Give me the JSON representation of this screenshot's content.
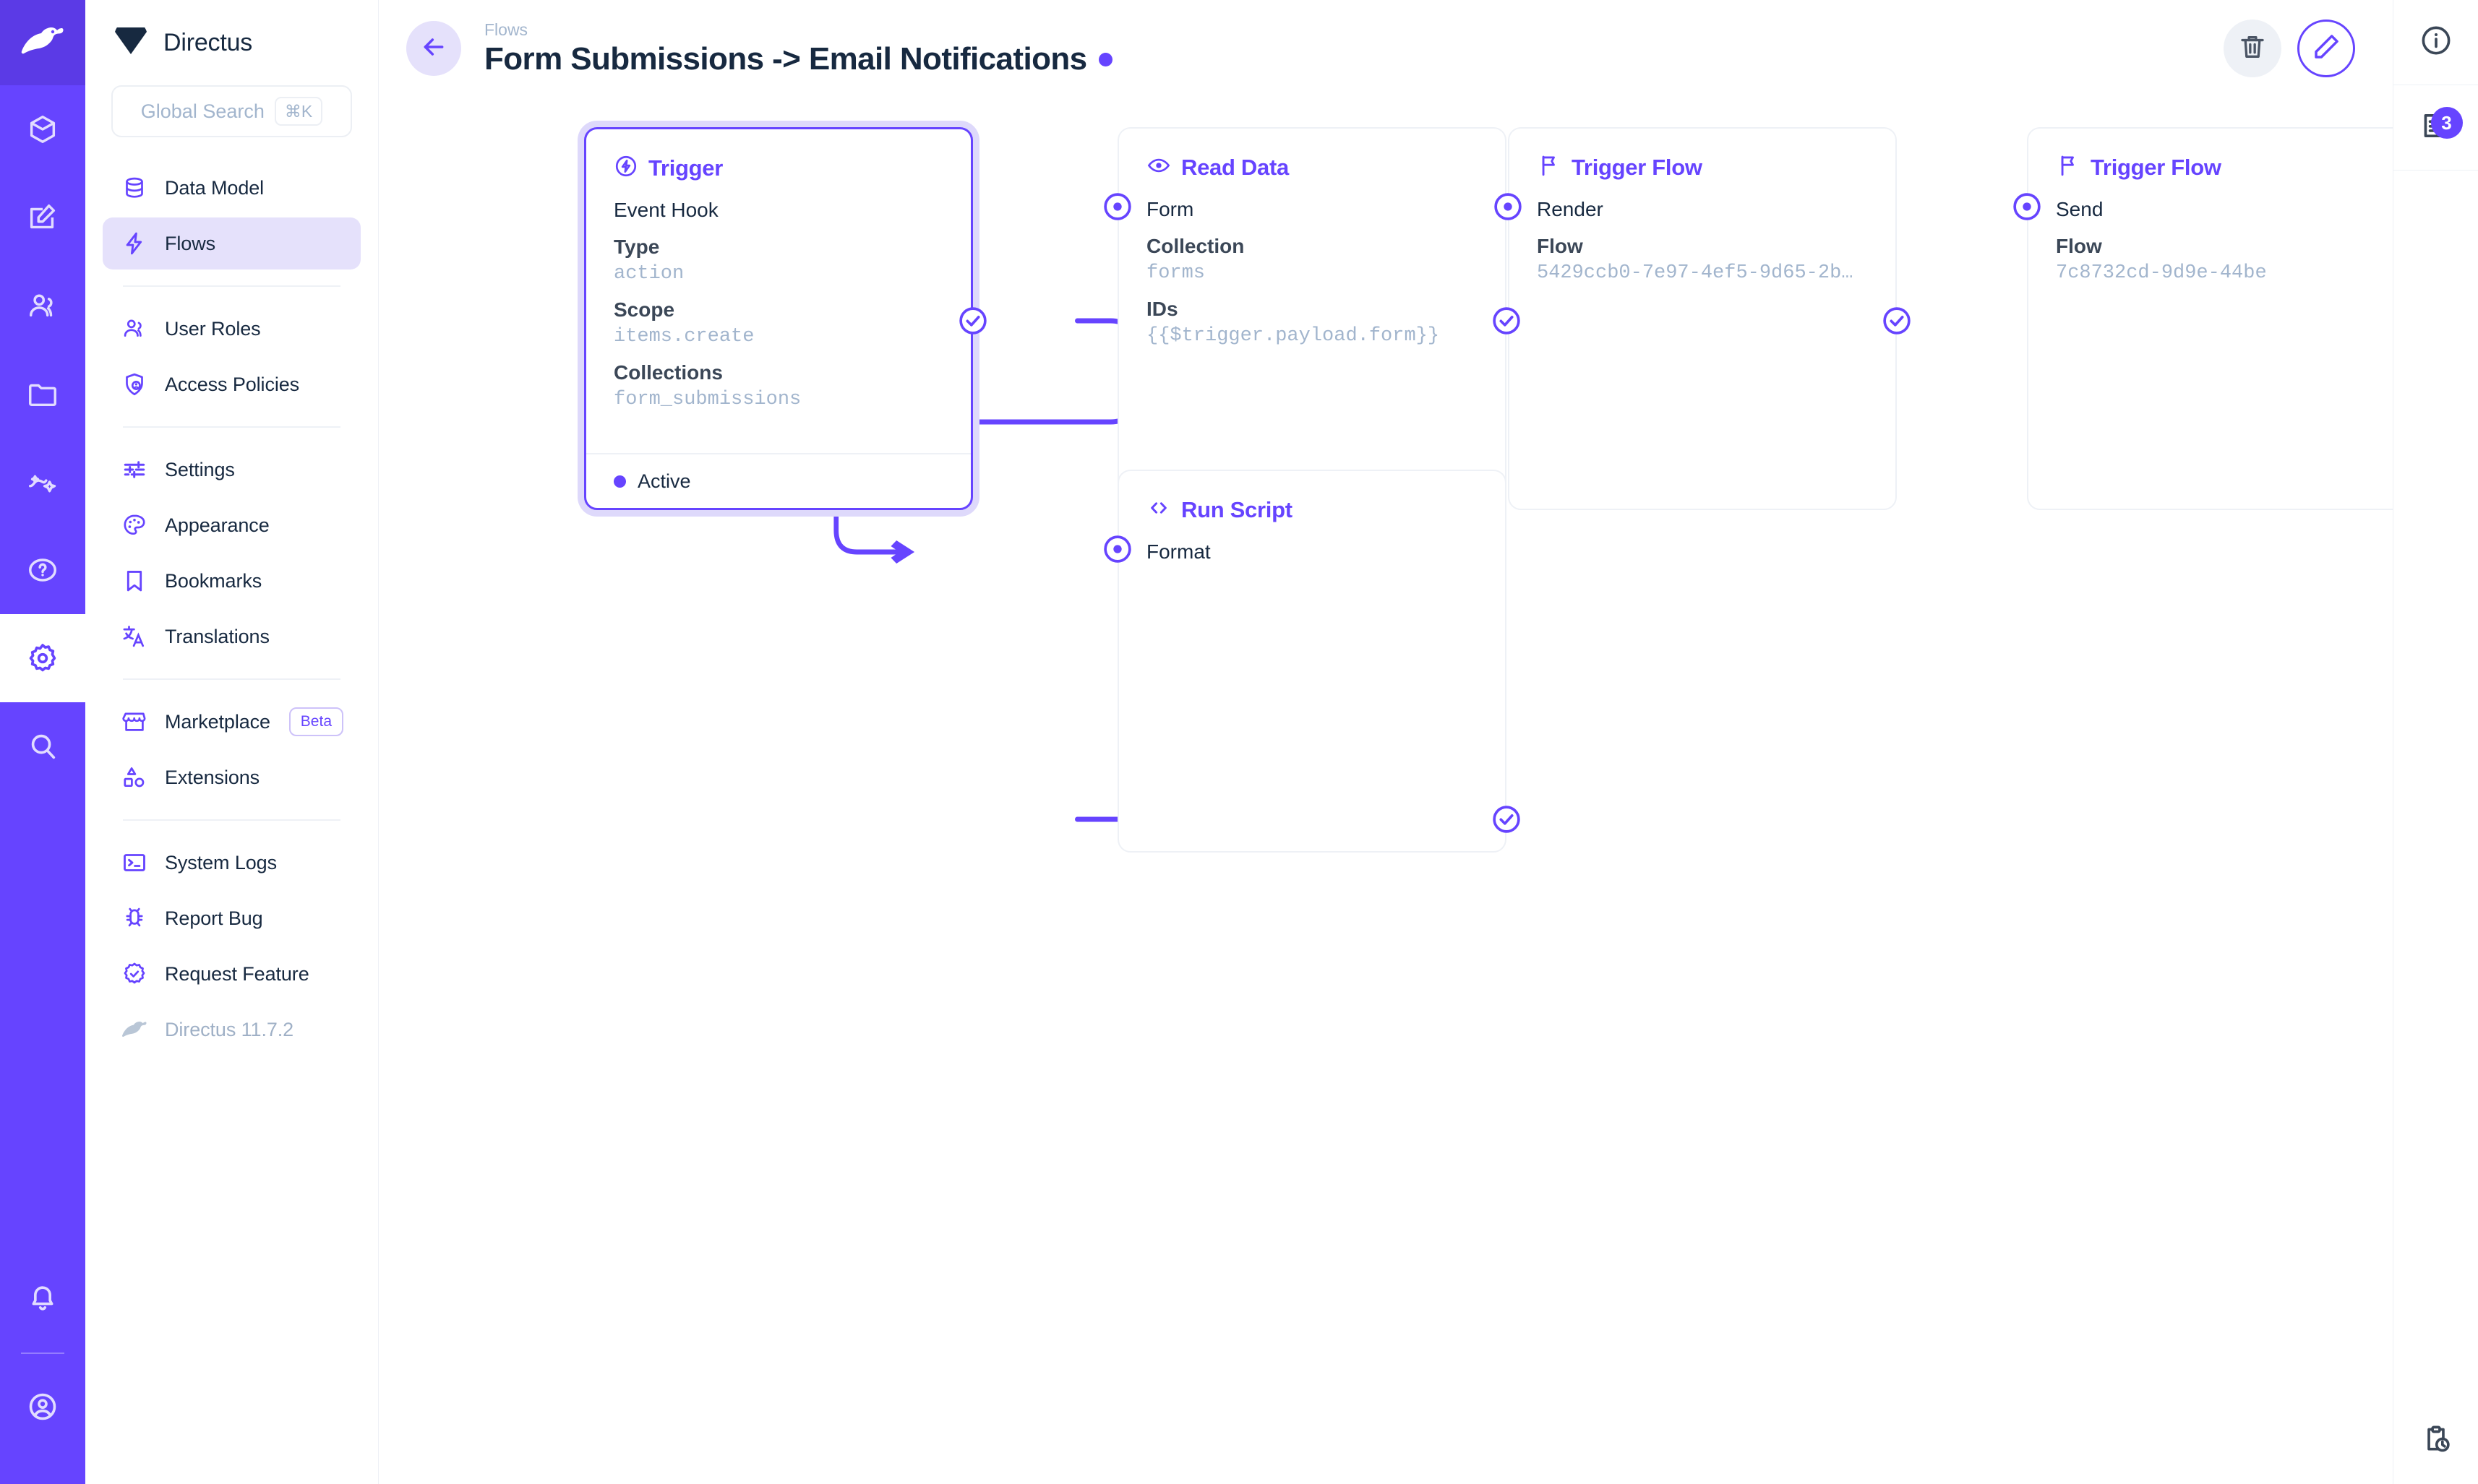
{
  "module_rail": {
    "logo_icon": "directus-rabbit-logo",
    "items": [
      {
        "name": "content",
        "icon": "box-icon",
        "active": false
      },
      {
        "name": "editor",
        "icon": "edit-square-icon",
        "active": false
      },
      {
        "name": "users",
        "icon": "people-icon",
        "active": false
      },
      {
        "name": "files",
        "icon": "folder-icon",
        "active": false
      },
      {
        "name": "insights",
        "icon": "trend-sparkle-icon",
        "active": false
      },
      {
        "name": "help",
        "icon": "question-circle-icon",
        "active": false
      },
      {
        "name": "settings",
        "icon": "gear-icon",
        "active": true
      },
      {
        "name": "search",
        "icon": "magnifier-icon",
        "active": false
      }
    ],
    "bottom": [
      {
        "name": "notifications",
        "icon": "bell-icon"
      },
      {
        "name": "account",
        "icon": "user-circle-icon"
      }
    ]
  },
  "sidebar": {
    "project_name": "Directus",
    "project_logo_icon": "directus-mark-icon",
    "search": {
      "placeholder": "Global Search",
      "shortcut": "⌘K",
      "icon": "search-icon"
    },
    "groups": [
      {
        "items": [
          {
            "label": "Data Model",
            "icon": "database-icon",
            "active": false
          },
          {
            "label": "Flows",
            "icon": "lightning-icon",
            "active": true
          }
        ]
      },
      {
        "items": [
          {
            "label": "User Roles",
            "icon": "people-icon",
            "active": false
          },
          {
            "label": "Access Policies",
            "icon": "shield-user-icon",
            "active": false
          }
        ]
      },
      {
        "items": [
          {
            "label": "Settings",
            "icon": "sliders-icon",
            "active": false
          },
          {
            "label": "Appearance",
            "icon": "palette-icon",
            "active": false
          },
          {
            "label": "Bookmarks",
            "icon": "bookmark-icon",
            "active": false
          },
          {
            "label": "Translations",
            "icon": "translate-icon",
            "active": false
          }
        ]
      },
      {
        "items": [
          {
            "label": "Marketplace",
            "icon": "store-icon",
            "active": false,
            "badge": "Beta"
          },
          {
            "label": "Extensions",
            "icon": "shapes-icon",
            "active": false
          }
        ]
      },
      {
        "items": [
          {
            "label": "System Logs",
            "icon": "terminal-icon",
            "active": false
          },
          {
            "label": "Report Bug",
            "icon": "bug-icon",
            "active": false
          },
          {
            "label": "Request Feature",
            "icon": "badge-check-icon",
            "active": false
          }
        ]
      }
    ],
    "version": {
      "label": "Directus 11.7.2",
      "icon": "rabbit-icon"
    }
  },
  "header": {
    "back_icon": "arrow-left-icon",
    "breadcrumb": "Flows",
    "title": "Form Submissions -> Email Notifications",
    "status_dot_color": "#6644ff",
    "actions": [
      {
        "name": "delete-flow",
        "icon": "trash-icon",
        "style": "grey"
      },
      {
        "name": "edit-flow",
        "icon": "pencil-icon",
        "style": "outline"
      }
    ]
  },
  "right_sidebar": {
    "buttons": [
      {
        "name": "flow-info",
        "icon": "info-circle-icon",
        "badge": null
      },
      {
        "name": "flow-logs",
        "icon": "receipt-list-icon",
        "badge": "3"
      }
    ],
    "bottom": {
      "name": "activity-history",
      "icon": "clipboard-clock-icon"
    }
  },
  "canvas": {
    "nodes": [
      {
        "id": "trigger",
        "type_label": "Trigger",
        "type_icon": "trigger-bolt-icon",
        "name": "Event Hook",
        "selected": true,
        "fields": [
          {
            "key": "Type",
            "value": "action"
          },
          {
            "key": "Scope",
            "value": "items.create"
          },
          {
            "key": "Collections",
            "value": "form_submissions"
          }
        ],
        "footer": {
          "status": "Active",
          "dot_color": "#6644ff"
        }
      },
      {
        "id": "read-data",
        "type_label": "Read Data",
        "type_icon": "eye-icon",
        "name": "Form",
        "selected": false,
        "fields": [
          {
            "key": "Collection",
            "value": "forms"
          },
          {
            "key": "IDs",
            "value": "{{$trigger.payload.form}}"
          }
        ]
      },
      {
        "id": "run-script",
        "type_label": "Run Script",
        "type_icon": "code-brackets-icon",
        "name": "Format",
        "selected": false,
        "fields": []
      },
      {
        "id": "trigger-flow-render",
        "type_label": "Trigger Flow",
        "type_icon": "flag-icon",
        "name": "Render",
        "selected": false,
        "fields": [
          {
            "key": "Flow",
            "value": "5429ccb0-7e97-4ef5-9d65-2b…"
          }
        ]
      },
      {
        "id": "trigger-flow-send",
        "type_label": "Trigger Flow",
        "type_icon": "flag-icon",
        "name": "Send",
        "selected": false,
        "fields": [
          {
            "key": "Flow",
            "value": "7c8732cd-9d9e-44be"
          }
        ]
      }
    ],
    "connector_color": "#6644ff",
    "resolve_port_icon": "check-circle-icon",
    "input_port_icon": "dot-circle-icon"
  }
}
